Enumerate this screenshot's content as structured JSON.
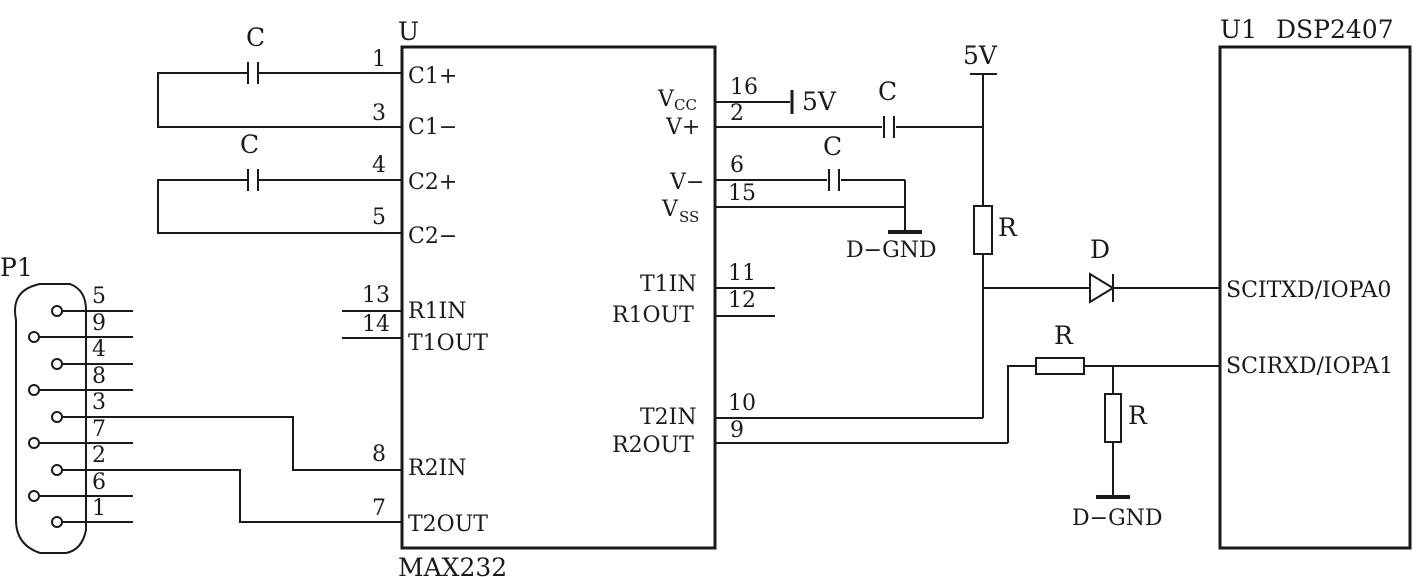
{
  "max232": {
    "ref": "U",
    "part": "MAX232",
    "pins_left": [
      {
        "num": "1",
        "name": "C1+"
      },
      {
        "num": "3",
        "name": "C1−"
      },
      {
        "num": "4",
        "name": "C2+"
      },
      {
        "num": "5",
        "name": "C2−"
      },
      {
        "num": "13",
        "name": "R1IN"
      },
      {
        "num": "14",
        "name": "T1OUT"
      },
      {
        "num": "8",
        "name": "R2IN"
      },
      {
        "num": "7",
        "name": "T2OUT"
      }
    ],
    "pins_right": [
      {
        "num": "16",
        "name": "V",
        "sub": "CC"
      },
      {
        "num": "2",
        "name": "V+"
      },
      {
        "num": "6",
        "name": "V−"
      },
      {
        "num": "15",
        "name": "V",
        "sub": "SS"
      },
      {
        "num": "11",
        "name": "T1IN"
      },
      {
        "num": "12",
        "name": "R1OUT"
      },
      {
        "num": "10",
        "name": "T2IN"
      },
      {
        "num": "9",
        "name": "R2OUT"
      }
    ]
  },
  "dsp": {
    "ref": "U1",
    "part": "DSP2407",
    "pins": [
      "SCITXD/IOPA0",
      "SCIRXD/IOPA1"
    ]
  },
  "connector": {
    "ref": "P1",
    "pins": [
      "5",
      "9",
      "4",
      "8",
      "3",
      "7",
      "2",
      "6",
      "1"
    ]
  },
  "components": {
    "cap1": "C",
    "cap2": "C",
    "cap_vplus": "C",
    "cap_vminus": "C",
    "resistor_pullup": "R",
    "resistor_series": "R",
    "resistor_shunt": "R",
    "diode": "D"
  },
  "power": {
    "vcc_label": "5V",
    "rail_label": "5V",
    "gnd1_label": "D−GND",
    "gnd2_label": "D−GND"
  }
}
